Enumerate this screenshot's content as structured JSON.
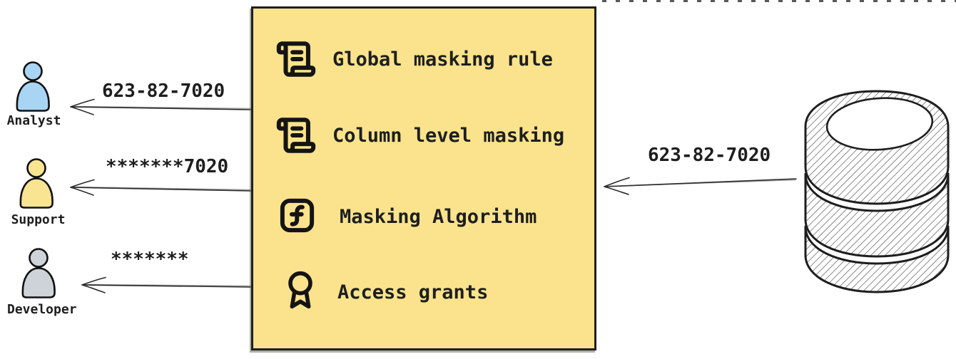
{
  "personas": [
    {
      "name": "Analyst",
      "masked_value": "623-82-7020",
      "icon": "person-icon",
      "color": "#A9D5F5"
    },
    {
      "name": "Support",
      "masked_value": "*******7020",
      "icon": "person-icon",
      "color": "#F9E491"
    },
    {
      "name": "Developer",
      "masked_value": "*******",
      "icon": "person-icon",
      "color": "#CDD3D9"
    }
  ],
  "policy_box": {
    "fill": "#FAE38C",
    "border_color": "#1e1e1e",
    "items": [
      {
        "label": "Global masking rule",
        "icon": "scroll-text-icon"
      },
      {
        "label": "Column level masking",
        "icon": "scroll-text-icon"
      },
      {
        "label": "Masking Algorithm",
        "icon": "function-square-icon"
      },
      {
        "label": "Access grants",
        "icon": "award-icon"
      }
    ]
  },
  "source": {
    "icon": "database-icon",
    "value": "623-82-7020"
  }
}
